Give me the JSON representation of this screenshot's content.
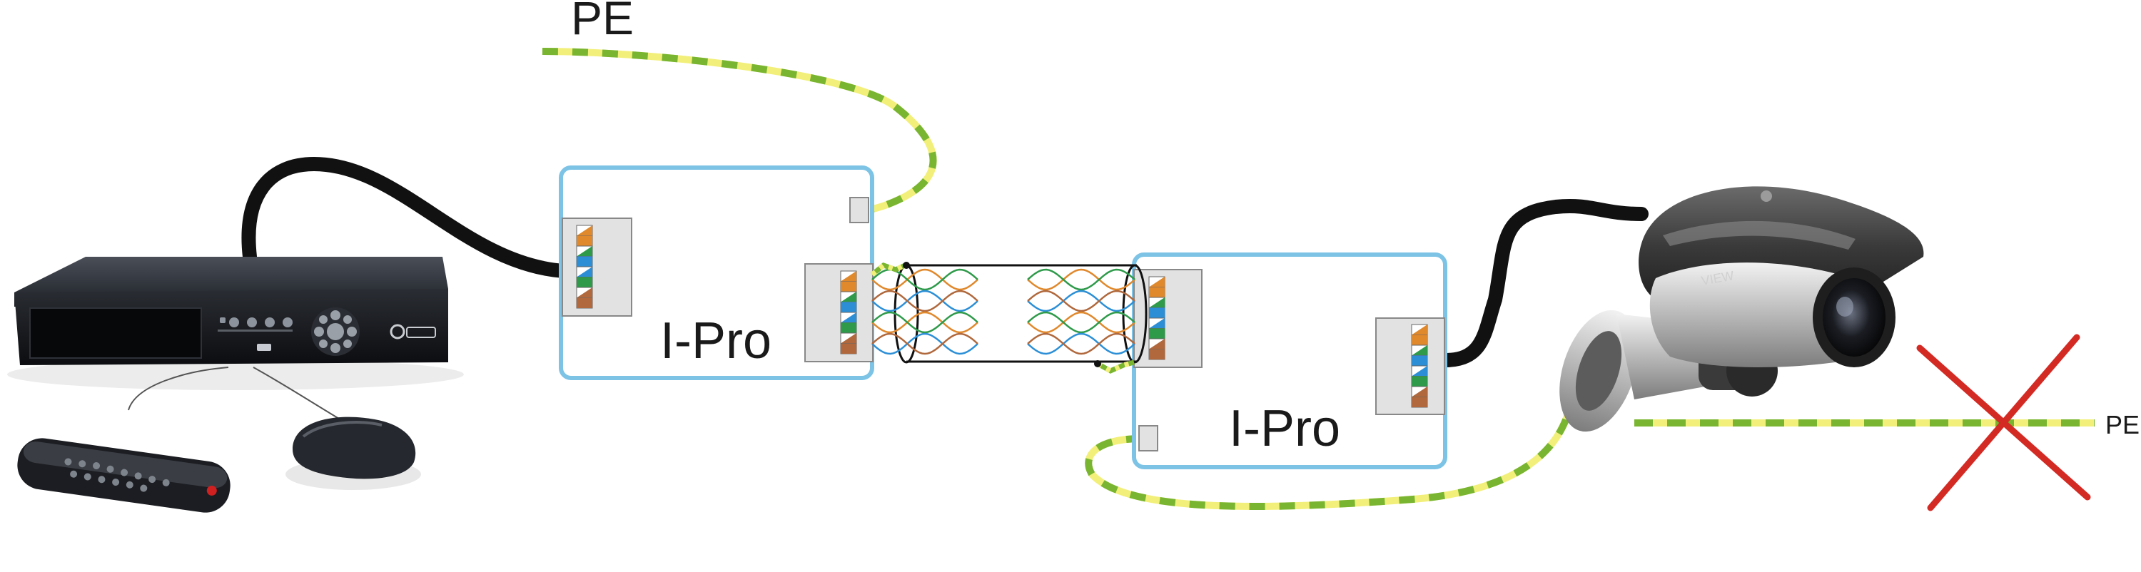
{
  "labels": {
    "pe_top": "PE",
    "pe_right": "PE",
    "device_left": "I-Pro",
    "device_right": "I-Pro"
  },
  "colors": {
    "box_border": "#7cc3e6",
    "box_fill": "#ffffff",
    "cable": "#111111",
    "pe_green": "#79b530",
    "pe_yellow": "#f2f07a",
    "cross": "#d42a24",
    "port_fill": "#e2e2e2",
    "pair_orange": "#e0882c",
    "pair_green": "#2e9a4a",
    "pair_blue": "#2c8fd6",
    "pair_brown": "#b0683c"
  },
  "icons": {
    "dvr": "dvr-recorder-icon",
    "remote": "remote-control-icon",
    "mouse": "mouse-icon",
    "camera": "cctv-bullet-camera-icon",
    "cross": "red-cross-icon"
  }
}
